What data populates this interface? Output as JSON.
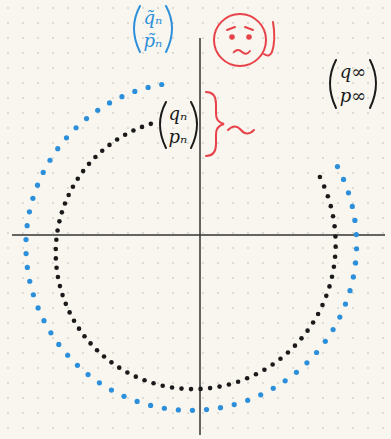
{
  "diagram": {
    "labels": [
      "q̃ₙ",
      "p̃ₙ",
      "qₙ",
      "pₙ",
      "q∞",
      "p∞"
    ]
  }
}
